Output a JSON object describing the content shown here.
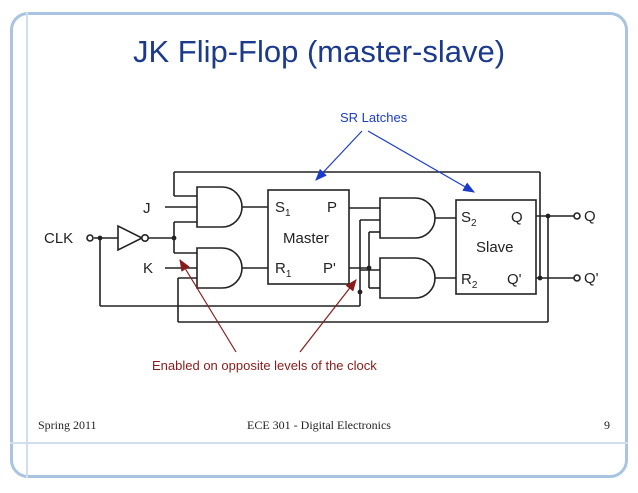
{
  "slide": {
    "title": "JK Flip-Flop (master-slave)",
    "footer_left": "Spring 2011",
    "footer_center": "ECE 301 - Digital Electronics",
    "footer_right": "9"
  },
  "diagram": {
    "callout_sr": "SR Latches",
    "callout_enabled": "Enabled on opposite levels of the clock",
    "inputs": {
      "j": "J",
      "clk": "CLK",
      "k": "K"
    },
    "master": {
      "name": "Master",
      "s": "S",
      "s_sub": "1",
      "r": "R",
      "r_sub": "1",
      "p": "P",
      "pbar": "P'"
    },
    "slave": {
      "name": "Slave",
      "s": "S",
      "s_sub": "2",
      "r": "R",
      "r_sub": "2",
      "q": "Q",
      "qbar": "Q'"
    },
    "outputs": {
      "q": "Q",
      "qbar": "Q'"
    },
    "colors": {
      "title": "#1c3a8c",
      "callout_sr": "#1a3cc8",
      "callout_enabled": "#8b1a1a",
      "frame": "#a8c4e0"
    }
  }
}
